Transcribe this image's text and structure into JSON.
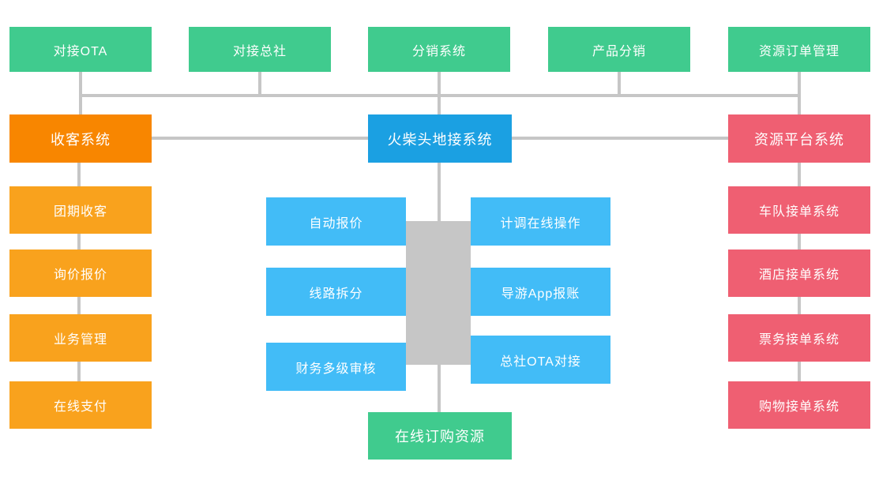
{
  "colors": {
    "green": "#40CB8E",
    "orange": "#F88600",
    "orange_light": "#F9A21D",
    "blue": "#1BA0E2",
    "light_blue": "#42BCF7",
    "pink": "#EF5F72",
    "line_gray": "#C6C6C6",
    "text": "#FFFFFF",
    "background": "#FFFFFF"
  },
  "top_row": [
    "对接OTA",
    "对接总社",
    "分销系统",
    "产品分销",
    "资源订单管理"
  ],
  "main_row": {
    "left": "收客系统",
    "center": "火柴头地接系统",
    "right": "资源平台系统"
  },
  "left_column": [
    "团期收客",
    "询价报价",
    "业务管理",
    "在线支付"
  ],
  "center_left_column": [
    "自动报价",
    "线路拆分",
    "财务多级审核"
  ],
  "center_right_column": [
    "计调在线操作",
    "导游App报账",
    "总社OTA对接"
  ],
  "right_column": [
    "车队接单系统",
    "酒店接单系统",
    "票务接单系统",
    "购物接单系统"
  ],
  "bottom": "在线订购资源"
}
